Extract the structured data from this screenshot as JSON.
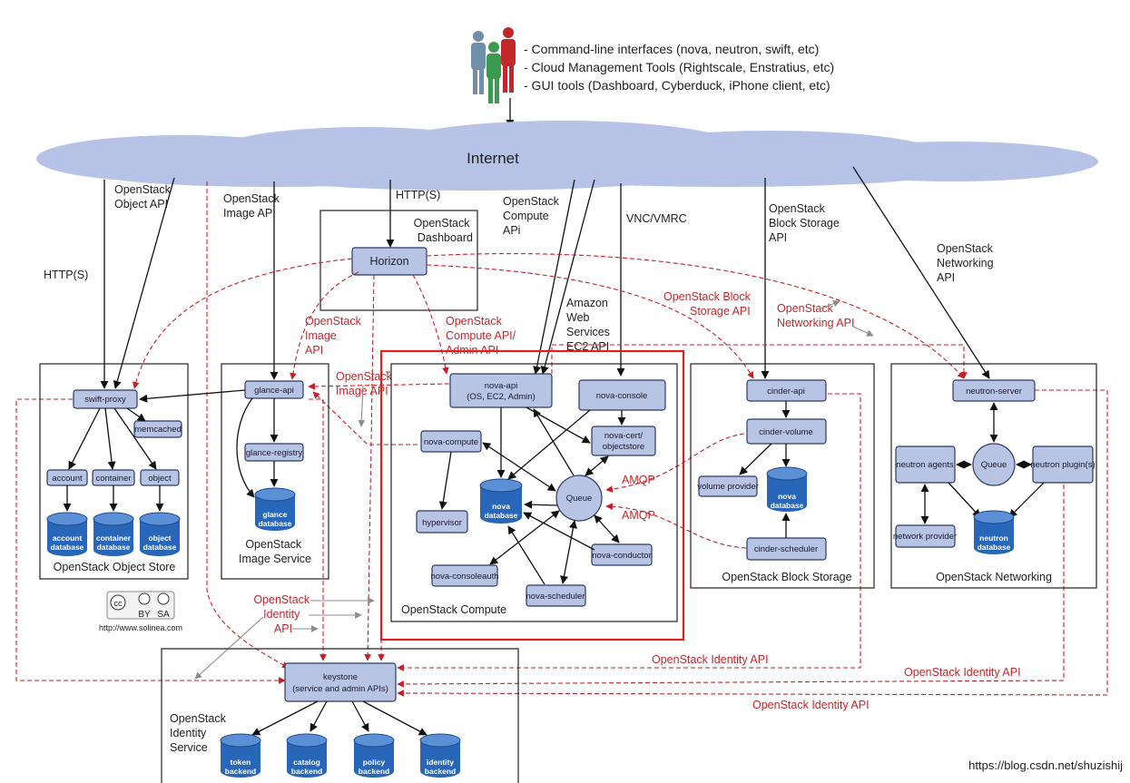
{
  "clients": [
    "- Command-line interfaces (nova, neutron, swift, etc)",
    "- Cloud Management Tools (Rightscale, Enstratius, etc)",
    "- GUI tools (Dashboard, Cyberduck, iPhone client, etc)"
  ],
  "internet": "Internet",
  "api_labels": {
    "object_api": [
      "OpenStack",
      "Object API"
    ],
    "http_left": "HTTP(S)",
    "image_api": [
      "OpenStack",
      "Image API"
    ],
    "http_dash": "HTTP(S)",
    "compute_api": [
      "OpenStack",
      "Compute",
      "APi"
    ],
    "vnc": "VNC/VMRC",
    "block_api": [
      "OpenStack",
      "Block Storage",
      "API"
    ],
    "networking_api": [
      "OpenStack",
      "Networking",
      "API"
    ],
    "aws": [
      "Amazon",
      "Web",
      "Services",
      "EC2 API"
    ]
  },
  "dashboard": {
    "title": [
      "OpenStack",
      "Dashboard"
    ],
    "horizon": "Horizon"
  },
  "red_labels": {
    "image_api": [
      "OpenStack",
      "Image",
      "API"
    ],
    "compute_admin": [
      "OpenStack",
      "Compute API/",
      "Admin API"
    ],
    "image_api_2": [
      "OpenStack",
      "Image API"
    ],
    "block_storage": [
      "OpenStack Block",
      "Storage API"
    ],
    "networking": [
      "OpenStack",
      "Networking API"
    ],
    "amqp_1": "AMQP",
    "amqp_2": "AMQP",
    "identity": [
      "OpenStack",
      "Identity",
      "API"
    ],
    "identity_r1": "OpenStack Identity API",
    "identity_r2": "OpenStack Identity API",
    "identity_r3": "OpenStack Identity API"
  },
  "object_store": {
    "title": "OpenStack Object Store",
    "swift_proxy": "swift-proxy",
    "memcached": "memcached",
    "account": "account",
    "container": "container",
    "object": "object",
    "dbs": [
      [
        "account",
        "database"
      ],
      [
        "container",
        "database"
      ],
      [
        "object",
        "database"
      ]
    ]
  },
  "image_service": {
    "title": [
      "OpenStack",
      "Image Service"
    ],
    "glance_api": "glance-api",
    "glance_registry": "glance-registry",
    "db": [
      "glance",
      "database"
    ]
  },
  "compute": {
    "title": "OpenStack Compute",
    "nova_api": [
      "nova-api",
      "(OS, EC2, Admin)"
    ],
    "nova_console": "nova-console",
    "nova_compute": "nova-compute",
    "nova_cert": [
      "nova-cert/",
      "objectstore"
    ],
    "hypervisor": "hypervisor",
    "db": [
      "nova",
      "database"
    ],
    "queue": "Queue",
    "nova_conductor": "nova-conductor",
    "nova_consoleauth": "nova-consoleauth",
    "nova_scheduler": "nova-scheduler"
  },
  "block_storage": {
    "title": "OpenStack Block Storage",
    "cinder_api": "cinder-api",
    "cinder_volume": "cinder-volume",
    "volume_provider": "volume provider",
    "db": [
      "nova",
      "database"
    ],
    "cinder_scheduler": "cinder-scheduler"
  },
  "networking": {
    "title": "OpenStack Networking",
    "neutron_server": "neutron-server",
    "neutron_agents": "neutron agents",
    "queue": "Queue",
    "neutron_plugins": "neutron plugin(s)",
    "network_provider": "network provider",
    "db": [
      "neutron",
      "database"
    ]
  },
  "identity": {
    "title": [
      "OpenStack",
      "Identity",
      "Service"
    ],
    "keystone": [
      "keystone",
      "(service and admin APIs)"
    ],
    "backends": [
      [
        "token",
        "backend"
      ],
      [
        "catalog",
        "backend"
      ],
      [
        "policy",
        "backend"
      ],
      [
        "identity",
        "backend"
      ]
    ]
  },
  "license": {
    "cc": "cc",
    "by": "BY",
    "sa": "SA",
    "url": "http://www.solinea.com"
  },
  "watermark": "https://blog.csdn.net/shuzishij"
}
